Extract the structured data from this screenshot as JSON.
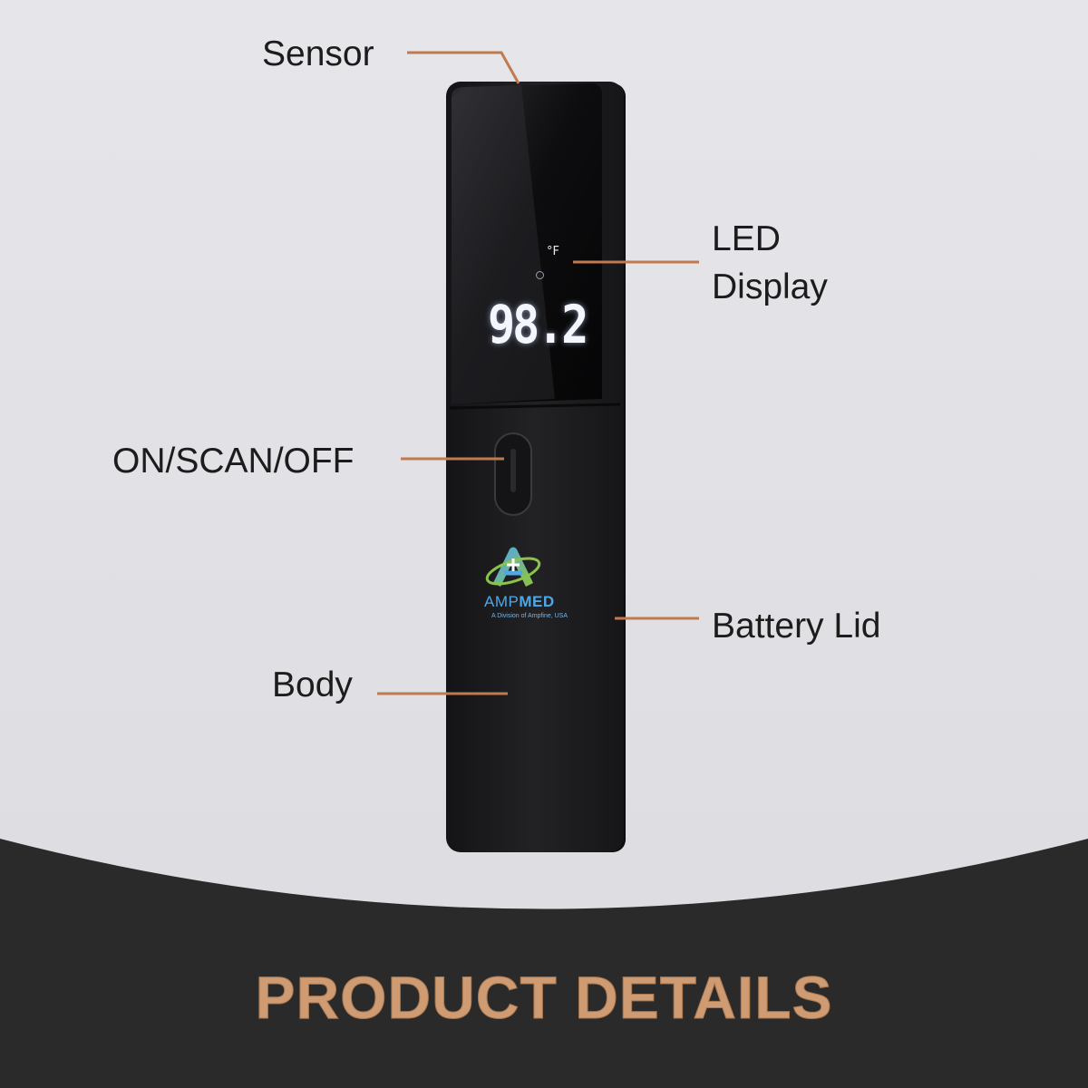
{
  "callouts": {
    "sensor": "Sensor",
    "led_display_line1": "LED",
    "led_display_line2": "Display",
    "button": "ON/SCAN/OFF",
    "battery_lid": "Battery Lid",
    "body": "Body"
  },
  "device": {
    "display_reading": "98.2",
    "unit": "°F",
    "logo_amp": "AMP",
    "logo_med": "MED",
    "logo_tagline": "A Division of Ampfine, USA"
  },
  "footer": {
    "title": "PRODUCT DETAILS"
  },
  "colors": {
    "background_light": "#e4e4e8",
    "background_dark": "#2a2a2a",
    "callout_line": "#c17a50",
    "title_color": "#cf9b72",
    "device_body": "#1b1b1d"
  }
}
